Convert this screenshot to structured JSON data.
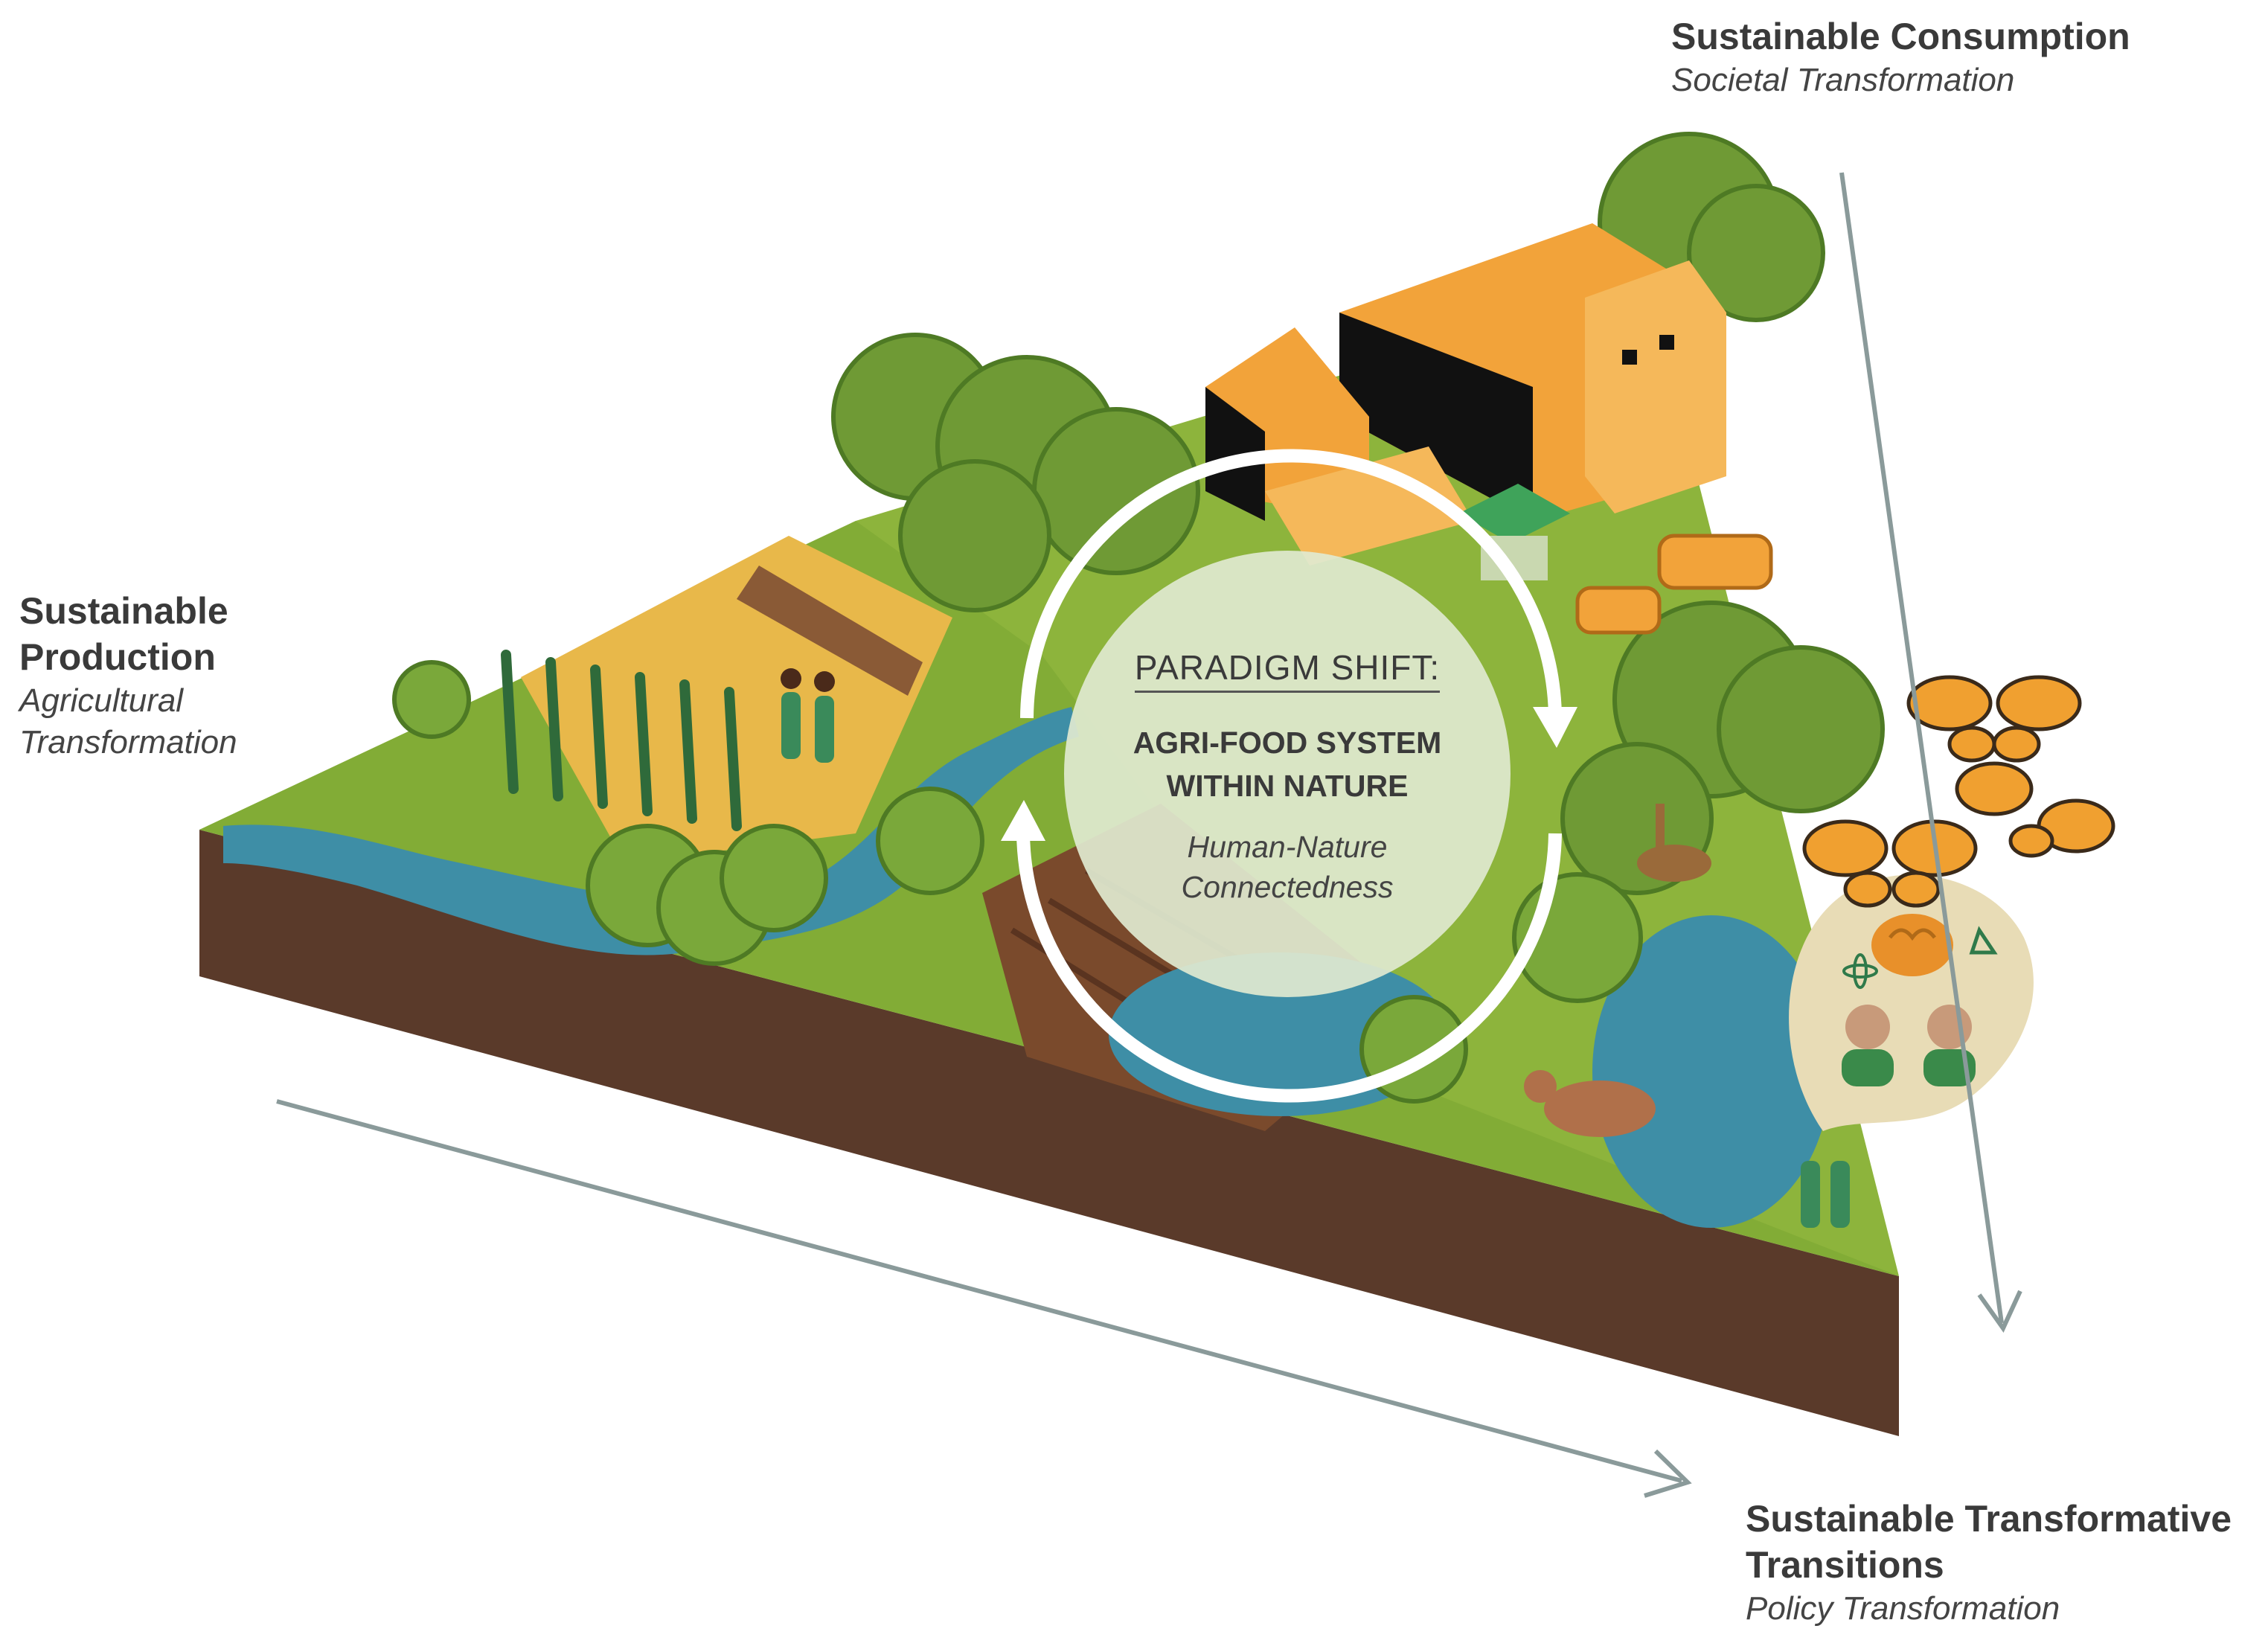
{
  "labels": {
    "production": {
      "title": "Sustainable Production",
      "subtitle": "Agricultural Transformation"
    },
    "consumption": {
      "title": "Sustainable Consumption",
      "subtitle": "Societal Transformation"
    },
    "transitions": {
      "title": "Sustainable Transformative Transitions",
      "subtitle": "Policy Transformation"
    }
  },
  "center": {
    "heading": "PARADIGM SHIFT:",
    "system": "AGRI-FOOD SYSTEM WITHIN NATURE",
    "connectedness": "Human-Nature Connectedness"
  },
  "colors": {
    "grass": "#8db43c",
    "grass_dark": "#5e8a2c",
    "soil": "#5a3a2a",
    "water": "#3e8ea6",
    "tree": "#6f9a35",
    "building": "#f2a33a",
    "arrow": "#8a9a9a",
    "butterfly": "#f0a030"
  },
  "icons": [
    "brain-icon",
    "atom-icon",
    "plant-icon",
    "butterfly-icon",
    "person-icon",
    "cow-icon",
    "deer-icon",
    "car-icon"
  ]
}
